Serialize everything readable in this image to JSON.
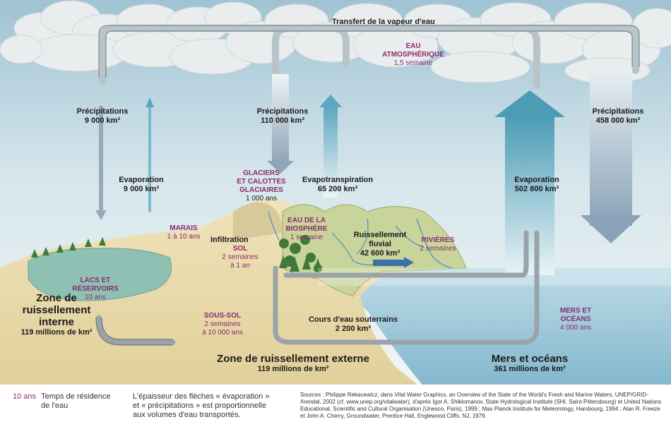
{
  "header": {
    "vapor_transfer": "Transfert de la vapeur d'eau"
  },
  "atmosphere": {
    "title_1": "EAU",
    "title_2": "ATMOSPHÉRIQUE",
    "residence": "1,5 semaine"
  },
  "flows": {
    "precip_internal": {
      "label": "Précipitations",
      "value": "9 000 km³"
    },
    "evap_internal": {
      "label": "Evaporation",
      "value": "9 000 km³"
    },
    "precip_external": {
      "label": "Précipitations",
      "value": "110 000 km³"
    },
    "evapotranspiration": {
      "label": "Evapotranspiration",
      "value": "65 200 km³"
    },
    "evap_ocean": {
      "label": "Evaporation",
      "value": "502 800 km³"
    },
    "precip_ocean": {
      "label": "Précipitations",
      "value": "458 000 km³"
    },
    "runoff": {
      "label_1": "Ruissellement",
      "label_2": "fluvial",
      "value": "42 600 km³"
    },
    "groundwater": {
      "label": "Cours d'eau souterrains",
      "value": "2 200 km³"
    },
    "infiltration": {
      "label": "Infiltration"
    }
  },
  "reservoirs": {
    "glaciers": {
      "line1": "GLACIERS",
      "line2": "ET CALOTTES",
      "line3": "GLACIAIRES",
      "residence": "1 000 ans"
    },
    "marais": {
      "line1": "MARAIS",
      "residence": "1 à 10 ans"
    },
    "sol": {
      "line1": "SOL",
      "residence_1": "2 semaines",
      "residence_2": "à 1 an"
    },
    "biosphere": {
      "line1": "EAU DE LA",
      "line2": "BIOSPHÈRE",
      "residence": "1 semaine"
    },
    "rivieres": {
      "line1": "RIVIÈRES",
      "residence": "2 semaines"
    },
    "lacs": {
      "line1": "LACS ET",
      "line2": "RÉSERVOIRS",
      "residence": "10 ans"
    },
    "sous_sol": {
      "line1": "SOUS-SOL",
      "residence_1": "2 semaines",
      "residence_2": "à 10 000 ans"
    },
    "mers": {
      "line1": "MERS ET",
      "line2": "OCÉANS",
      "residence": "4 000 ans"
    }
  },
  "zones": {
    "internal": {
      "line1": "Zone de",
      "line2": "ruissellement",
      "line3": "interne",
      "area": "119 millions de km²"
    },
    "external": {
      "title": "Zone de ruissellement externe",
      "area": "119 millions de km²"
    },
    "ocean": {
      "title": "Mers et océans",
      "area": "361 millions de km²"
    }
  },
  "legend": {
    "key": "10 ans",
    "key_text_1": "Temps de résidence",
    "key_text_2": "de l'eau",
    "note_1": "L'épaisseur des flèches « évaporation »",
    "note_2": "et « précipitations » est proportionnelle",
    "note_3": "aux volumes d'eau transportés."
  },
  "sources": "Sources : Philippe Rekacewicz, dans Vital Water Graphics, an Overview of the State of the World's Fresh and Marine Waters, UNEP/GRID-Arendal, 2002 (cf. www.unep.org/vitalwater), d'après Igor A. Shiklomanov, State Hydrological Institute (SHI, Saint-Pétersbourg) et United Nations Educational, Scientific and Cultural Organisation (Unesco, Paris), 1999 ; Max Planck Institute for Meteorology, Hambourg, 1994 ; Alan R. Freeze et John A. Cherry, Groundwater, Prentice Hall, Englewood Cliffs, NJ, 1979.",
  "colors": {
    "reservoir_label": "#8b2a6e",
    "water": "#8fc3d6",
    "land": "#e8d9a8",
    "arrow_up": "#5aa7c0",
    "arrow_down": "#8aa3b8"
  }
}
